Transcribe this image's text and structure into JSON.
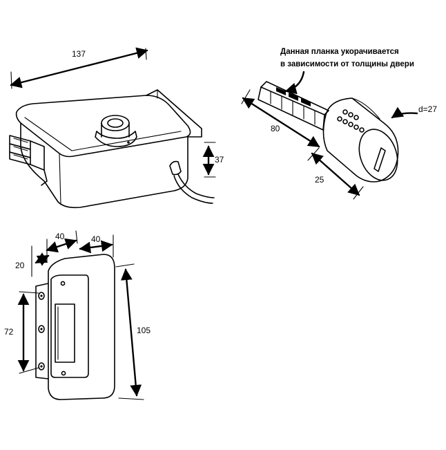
{
  "lock_body": {
    "width_label": "137",
    "height_label": "37"
  },
  "cylinder": {
    "note_line1": "Данная планка укорачивается",
    "note_line2": "в зависимости от толщины двери",
    "diameter_label": "d=27",
    "bar_length_label": "80",
    "body_length_label": "25"
  },
  "strike_plate": {
    "top_left_label": "40",
    "top_right_label": "40",
    "flange_label": "20",
    "hole_pitch_label": "72",
    "height_label": "105"
  }
}
